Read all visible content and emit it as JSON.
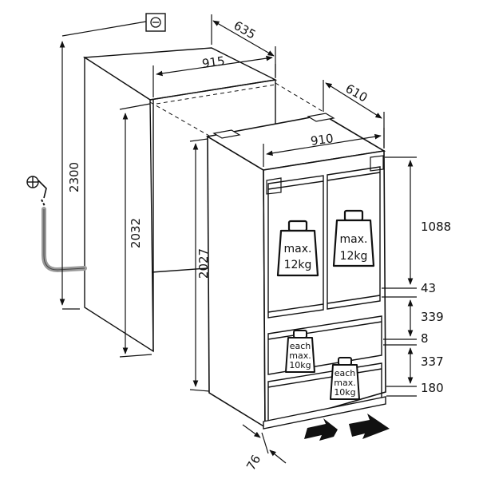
{
  "dimensions": {
    "niche_height": "2300",
    "niche_depth": "635",
    "niche_width": "915",
    "niche_inner_height": "2032",
    "appliance_depth": "610",
    "appliance_width": "910",
    "appliance_height": "2027",
    "door_height": "1088",
    "gap_top": "43",
    "drawer_upper": "339",
    "gap_mid": "8",
    "drawer_lower": "337",
    "plinth": "180",
    "plinth_depth": "76"
  },
  "weights": {
    "door_shelf_left": [
      "max.",
      "12kg"
    ],
    "door_shelf_right": [
      "max.",
      "12kg"
    ],
    "drawer_upper": [
      "each",
      "max.",
      "10kg"
    ],
    "drawer_lower": [
      "each",
      "max.",
      "10kg"
    ]
  }
}
